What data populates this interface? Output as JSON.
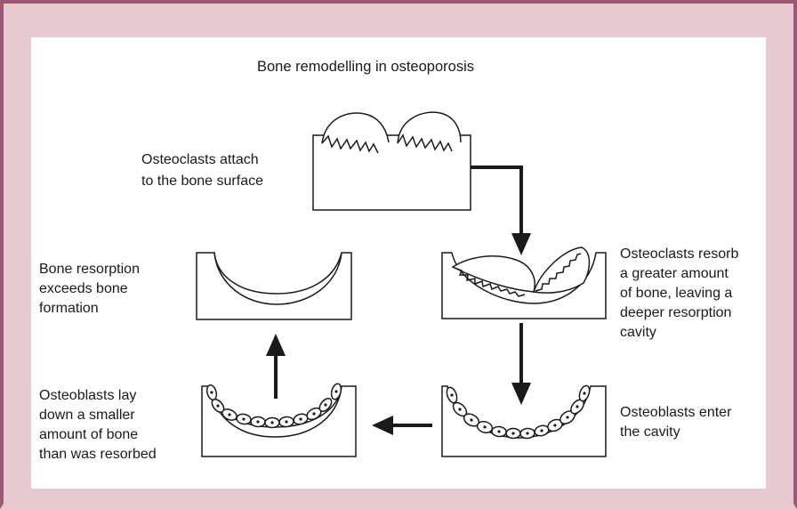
{
  "diagram": {
    "title": "Bone remodelling in osteoporosis",
    "steps": [
      {
        "id": "attach",
        "lines": [
          "Osteoclasts attach",
          "to the bone surface"
        ]
      },
      {
        "id": "resorb",
        "lines": [
          "Osteoclasts resorb",
          "a greater amount",
          "of bone, leaving a",
          "deeper resorption",
          "cavity"
        ]
      },
      {
        "id": "enter",
        "lines": [
          "Osteoblasts enter",
          "the cavity"
        ]
      },
      {
        "id": "lay-down",
        "lines": [
          "Osteoblasts lay",
          "down a smaller",
          "amount of bone",
          "than was resorbed"
        ]
      },
      {
        "id": "exceeds",
        "lines": [
          "Bone resorption",
          "exceeds bone",
          "formation"
        ]
      }
    ]
  },
  "colors": {
    "frame_border": "#9e5a74",
    "frame_background": "#e8cbd0",
    "panel_background": "#ffffff",
    "stroke": "#1a1a1a"
  }
}
